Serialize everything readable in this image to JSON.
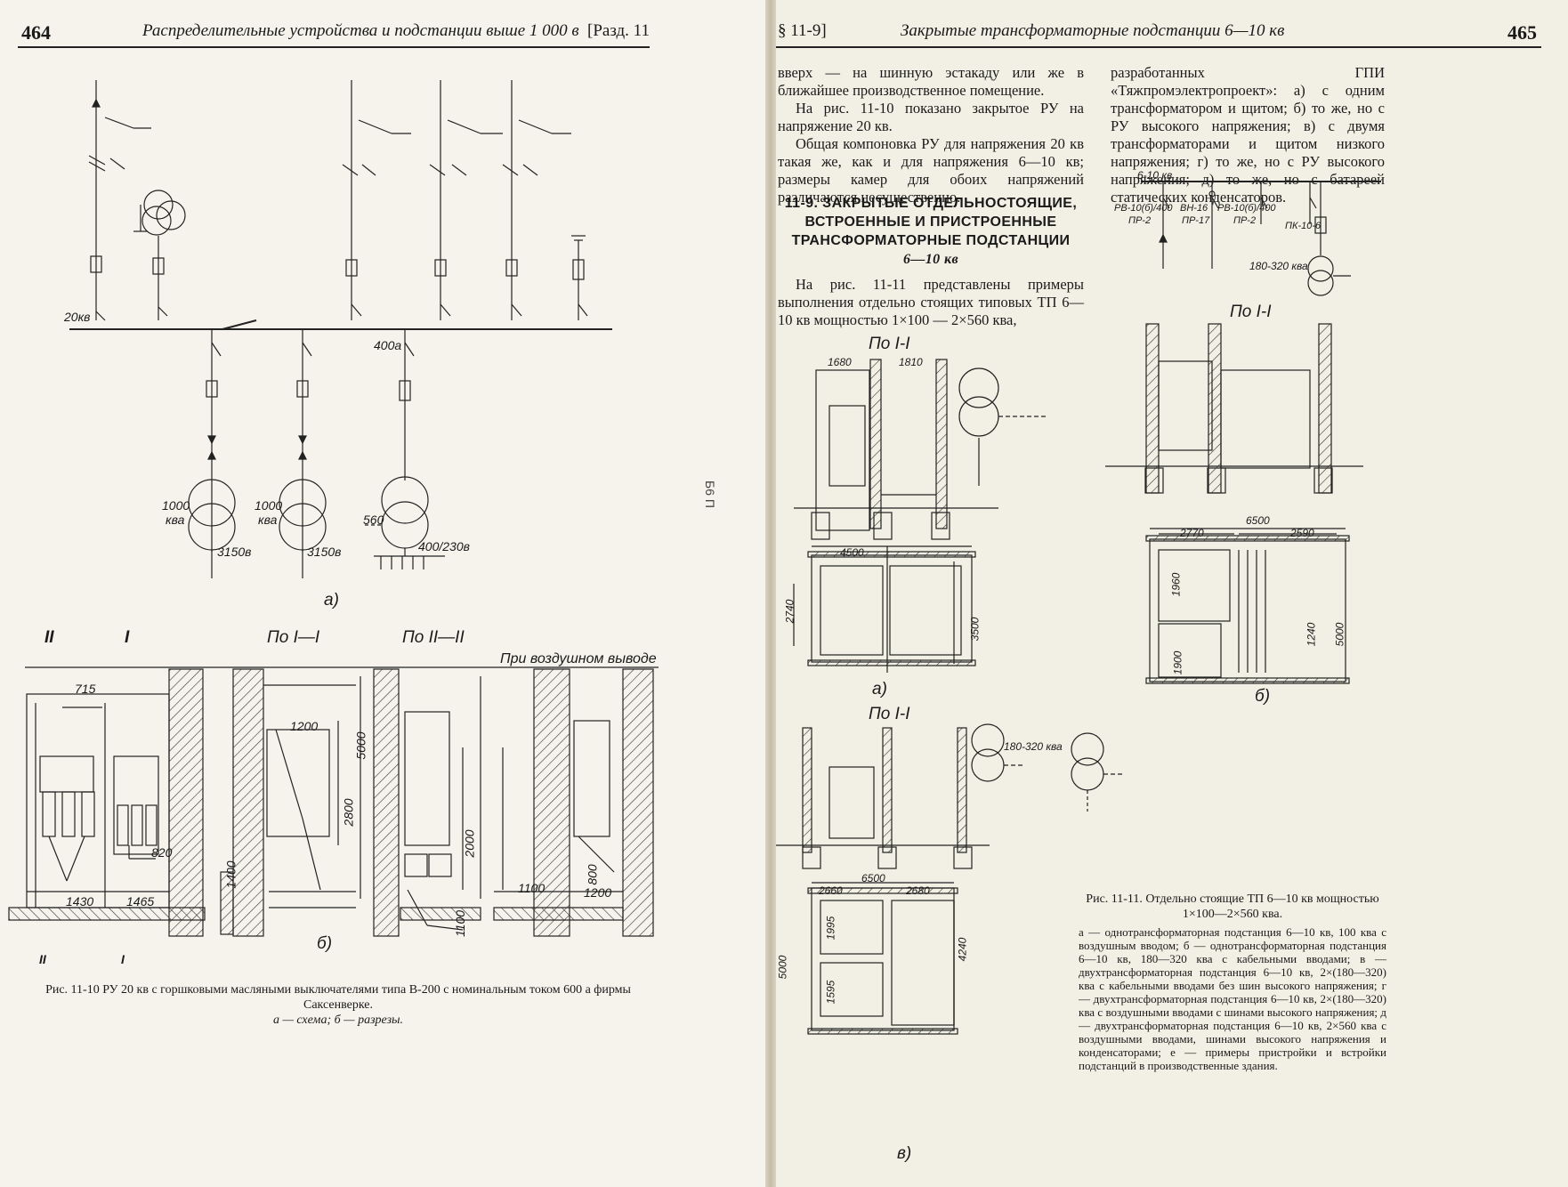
{
  "left_page": {
    "page_number": "464",
    "running_title": "Распределительные устройства и подстанции выше 1 000 в",
    "section_ref": "[Разд. 11",
    "scheme_labels": {
      "bus_voltage": "20кв",
      "current_rating": "400а",
      "transformer1_power": "1000",
      "transformer1_unit": "ква",
      "transformer1_voltage": "3150в",
      "transformer2_power": "1000",
      "transformer2_unit": "ква",
      "transformer2_voltage": "3150в",
      "transformer3_power": "560",
      "transformer3_voltage": "400/230в",
      "subfig_a": "а)"
    },
    "section_labels": {
      "section_II_mark": "II",
      "section_I_mark": "I",
      "view_I": "По I—I",
      "view_II": "По II—II",
      "overhead_output": "При воздушном выводе",
      "dim_715": "715",
      "dim_820": "820",
      "dim_1430": "1430",
      "dim_1465": "1465",
      "dim_1200a": "1200",
      "dim_2800": "2800",
      "dim_5000": "5000",
      "dim_1400": "1400",
      "dim_2000": "2000",
      "dim_1100a": "1100",
      "dim_1100b": "1100",
      "dim_800": "800",
      "dim_1200b": "1200",
      "subfig_b": "б)"
    },
    "caption": {
      "title": "Рис. 11-10 РУ 20 кв с горшковыми масляными выключателями типа В-200 с номинальным током 600 а фирмы Саксенверке.",
      "legend": "а — схема; б — разрезы."
    },
    "side_stamp": "Б6 П"
  },
  "right_page": {
    "section_ref": "§ 11-9]",
    "running_title": "Закрытые трансформаторные подстанции 6—10 кв",
    "page_number": "465",
    "col1_paragraphs": [
      "вверх — на шинную эстакаду или же в ближайшее производственное помещение.",
      "На рис. 11-10 показано закрытое РУ на напряжение 20 кв.",
      "Общая компоновка РУ для напряжения 20 кв такая же, как и для напряжения 6—10 кв; размеры камер для обоих напряжений различаются несущественно."
    ],
    "section_heading": {
      "line1": "11-9. ЗАКРЫТЫЕ ОТДЕЛЬНОСТОЯЩИЕ,",
      "line2": "ВСТРОЕННЫЕ И ПРИСТРОЕННЫЕ",
      "line3": "ТРАНСФОРМАТОРНЫЕ ПОДСТАНЦИИ",
      "line4": "6—10 кв"
    },
    "col1_intro": "На рис. 11-11 представлены примеры выполнения отдельно стоящих типовых ТП 6—10 кв мощностью 1×100 — 2×560 ква,",
    "col2_text": "разработанных ГПИ «Тяжпромэлектропроект»: а) с одним трансформатором и щитом; б) то же, но с РУ высокого напряжения; в) с двумя трансформаторами и щитом низкого напряжения; г) то же, но с РУ высокого напряжения; д) то же, но с батареей статических конденсаторов.",
    "figure_labels": {
      "bus": "6-10 кв",
      "rv1": "РВ-10(б)/400",
      "pr1": "ПР-2",
      "vn": "ВН-16",
      "pr17": "ПР-17",
      "rv2": "РВ-10(б)/400",
      "pr2": "ПР-2",
      "pk": "ПК-10-6",
      "kva_b": "180-320 ква",
      "view_a": "По I-I",
      "view_b": "По I-I",
      "view_c": "По I-I",
      "dim_1680": "1680",
      "dim_1810": "1810",
      "dim_4500": "4500",
      "dim_2740": "2740",
      "dim_3500": "3500",
      "dim_6500_b": "6500",
      "dim_2770": "2770",
      "dim_2590": "2590",
      "dim_1960": "1960",
      "dim_1240": "1240",
      "dim_1900": "1900",
      "dim_5000_b": "5000",
      "kva_c": "180-320 ква",
      "dim_6500_c": "6500",
      "dim_2660": "2660",
      "dim_2680": "2680",
      "dim_5000_c": "5000",
      "dim_1995": "1995",
      "dim_1595": "1595",
      "dim_4240": "4240",
      "sub_a": "а)",
      "sub_b": "б)",
      "sub_c": "в)"
    },
    "caption": {
      "title": "Рис. 11-11. Отдельно стоящие ТП 6—10 кв мощностью 1×100—2×560 ква.",
      "legend": "а — однотрансформаторная подстанция 6—10 кв, 100 ква с воздушным вводом; б — однотрансформаторная подстанция 6—10 кв, 180—320 ква с кабельными вводами; в — двухтрансформаторная подстанция 6—10 кв, 2×(180—320) ква с кабельными вводами без шин высокого напряжения; г — двухтрансформаторная подстанция 6—10 кв, 2×(180—320) ква с воздушными вводами с шинами высокого напряжения; д — двухтрансформаторная подстанция 6—10 кв, 2×560 ква с воздушными вводами, шинами высокого напряжения и конденсаторами; е — примеры пристройки и встройки подстанций в производственные здания."
    }
  },
  "colors": {
    "paper_left": "#f5f3ec",
    "paper_right": "#f2efe4",
    "ink": "#1a1a1a",
    "gutter": "#c4bca6"
  }
}
